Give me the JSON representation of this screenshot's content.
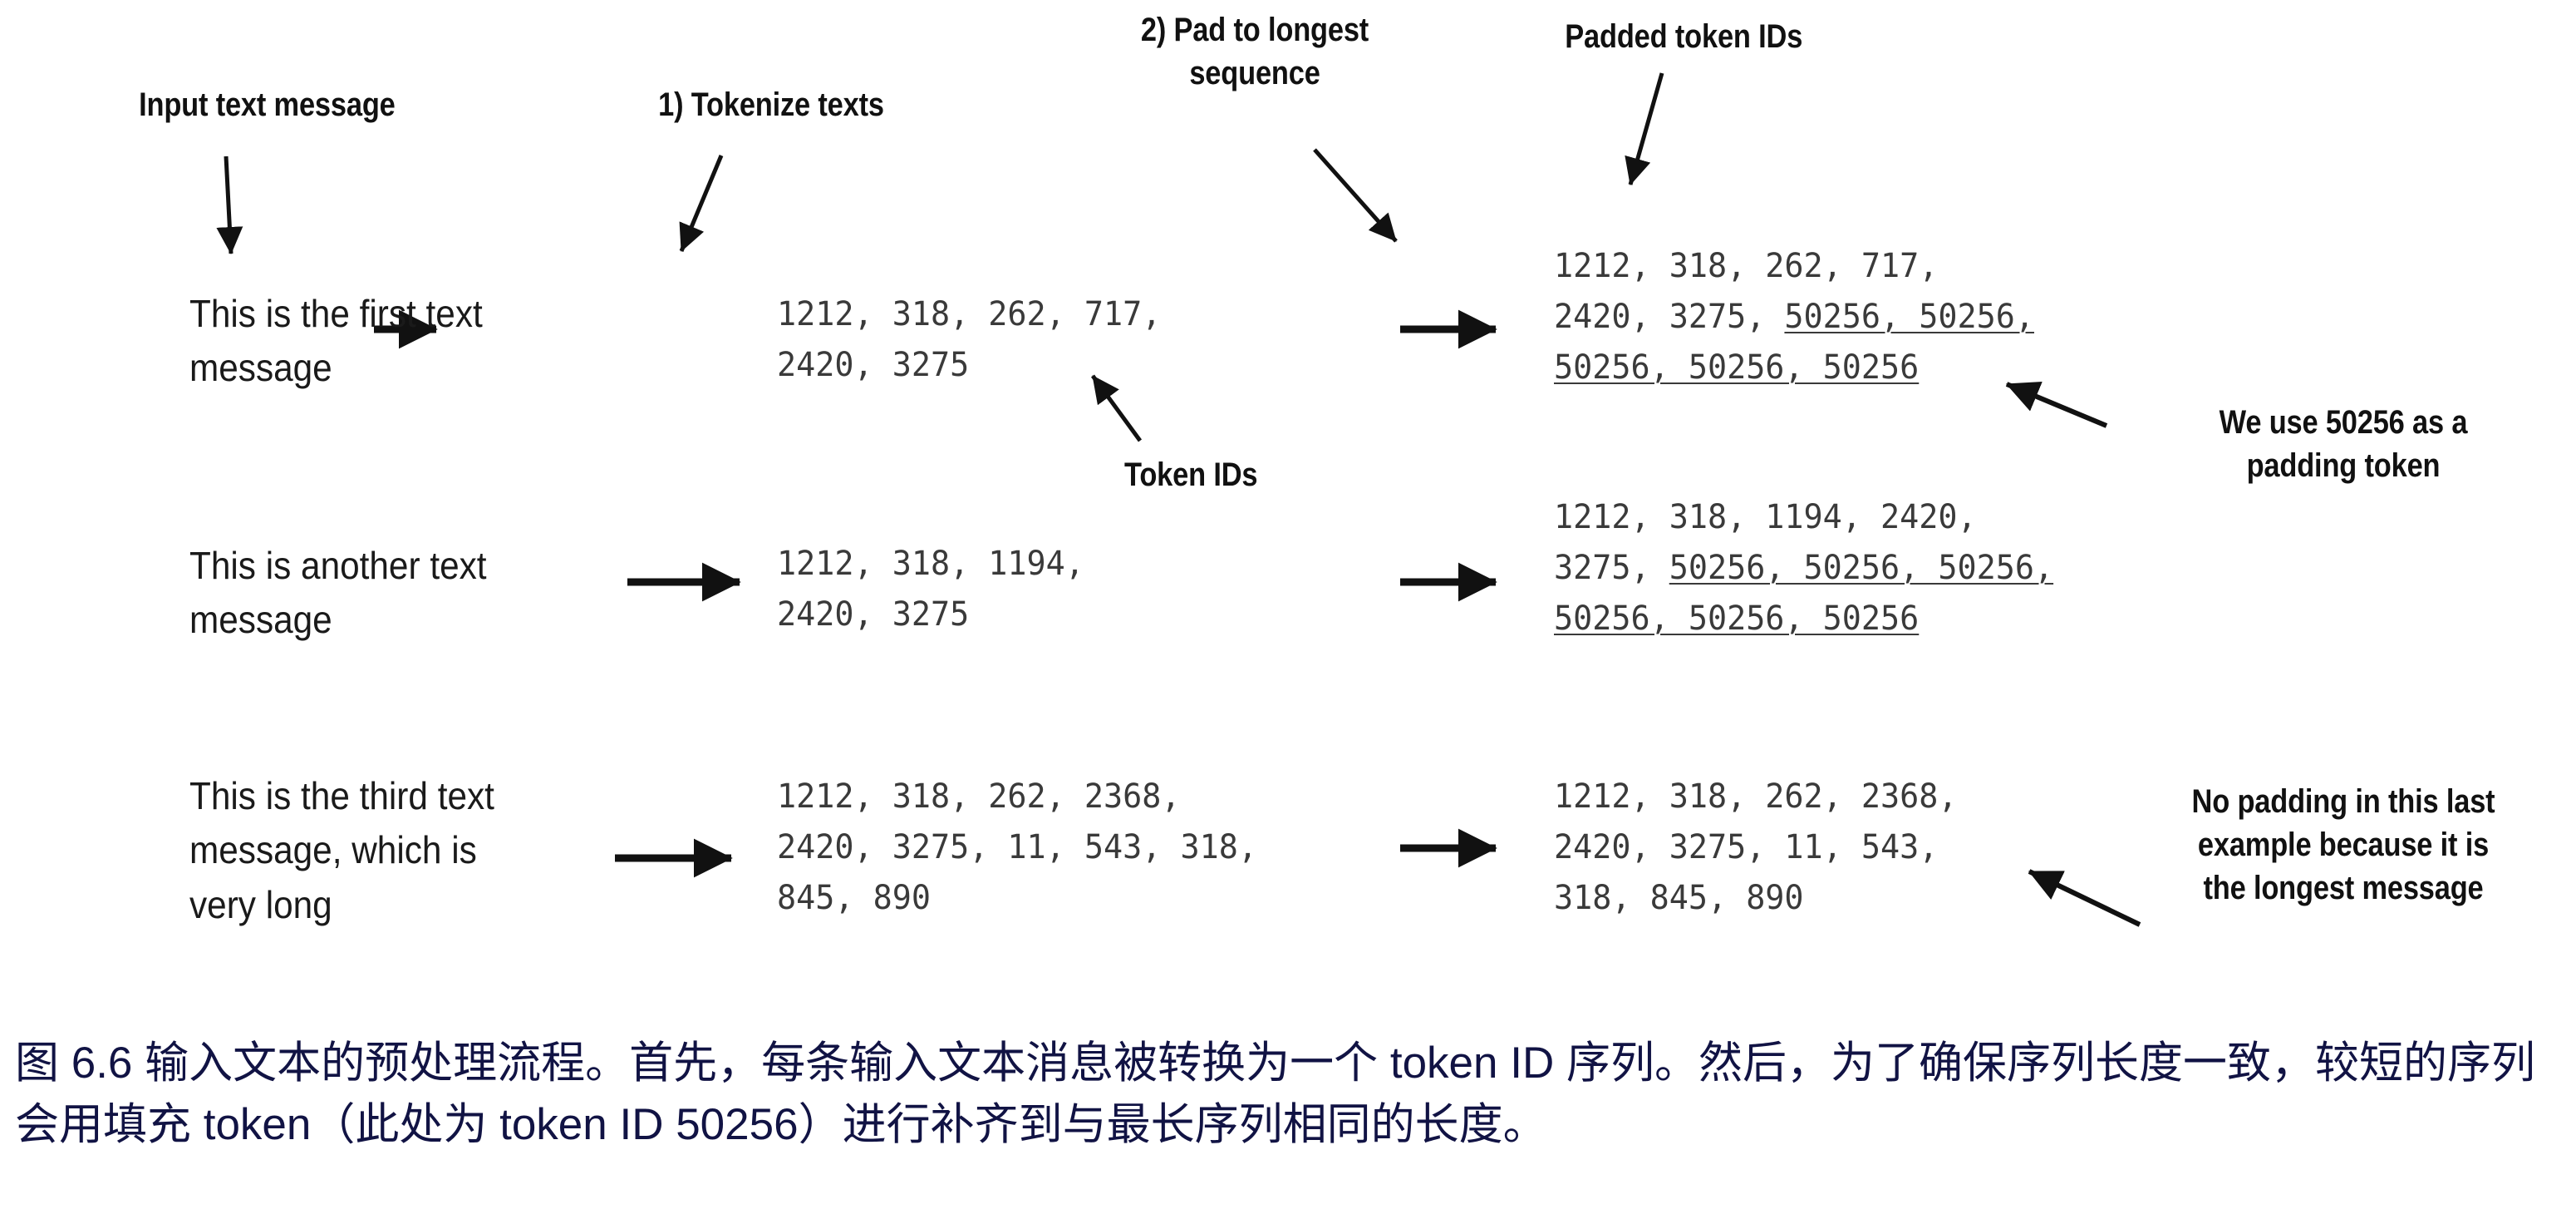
{
  "figure": {
    "background": "#ffffff",
    "ink_color": "#111111",
    "id_color": "#3a3a3a",
    "caption_color": "#111344"
  },
  "annotations": {
    "input_text_message": "Input text message",
    "tokenize_texts": "1) Tokenize texts",
    "pad_to_longest_sequence": "2) Pad to longest\nsequence",
    "padded_token_ids": "Padded token IDs",
    "token_ids": "Token IDs",
    "padding_token_note": "We use 50256 as a\npadding token",
    "no_padding_note": "No padding in this last\nexample because it is\nthe longest message"
  },
  "rows": [
    {
      "message": "This is the first text\nmessage",
      "token_ids": "1212, 318, 262, 717,\n2420, 3275",
      "padded_prefix": "1212, 318, 262, 717,\n2420, 3275, ",
      "padded_tokens": "50256, 50256,\n50256, 50256, 50256",
      "padded_full": "1212, 318, 262, 717, 2420, 3275, 50256, 50256, 50256, 50256, 50256"
    },
    {
      "message": "This is another text\nmessage",
      "token_ids": "1212, 318, 1194,\n2420, 3275",
      "padded_prefix": "1212, 318, 1194, 2420,\n3275, ",
      "padded_tokens": "50256, 50256, 50256,\n50256, 50256, 50256",
      "padded_full": "1212, 318, 1194, 2420, 3275, 50256, 50256, 50256, 50256, 50256, 50256"
    },
    {
      "message": "This is the third text\nmessage, which is\nvery long",
      "token_ids": "1212, 318, 262, 2368,\n2420, 3275, 11, 543, 318,\n845, 890",
      "padded_prefix": "1212, 318, 262, 2368,\n2420, 3275, 11, 543,\n318, 845, 890",
      "padded_tokens": "",
      "padded_full": "1212, 318, 262, 2368, 2420, 3275, 11, 543, 318, 845, 890"
    }
  ],
  "icons": {
    "arrow_down": "arrow-down-icon",
    "arrow_right": "arrow-right-icon",
    "arrow_diagonal": "arrow-diagonal-icon"
  },
  "caption": {
    "text": "图 6.6 输入文本的预处理流程。首先，每条输入文本消息被转换为一个 token ID 序列。然后，为了确保序列长度一致，较短的序列会用填充 token（此处为 token ID 50256）进行补齐到与最长序列相同的长度。"
  }
}
